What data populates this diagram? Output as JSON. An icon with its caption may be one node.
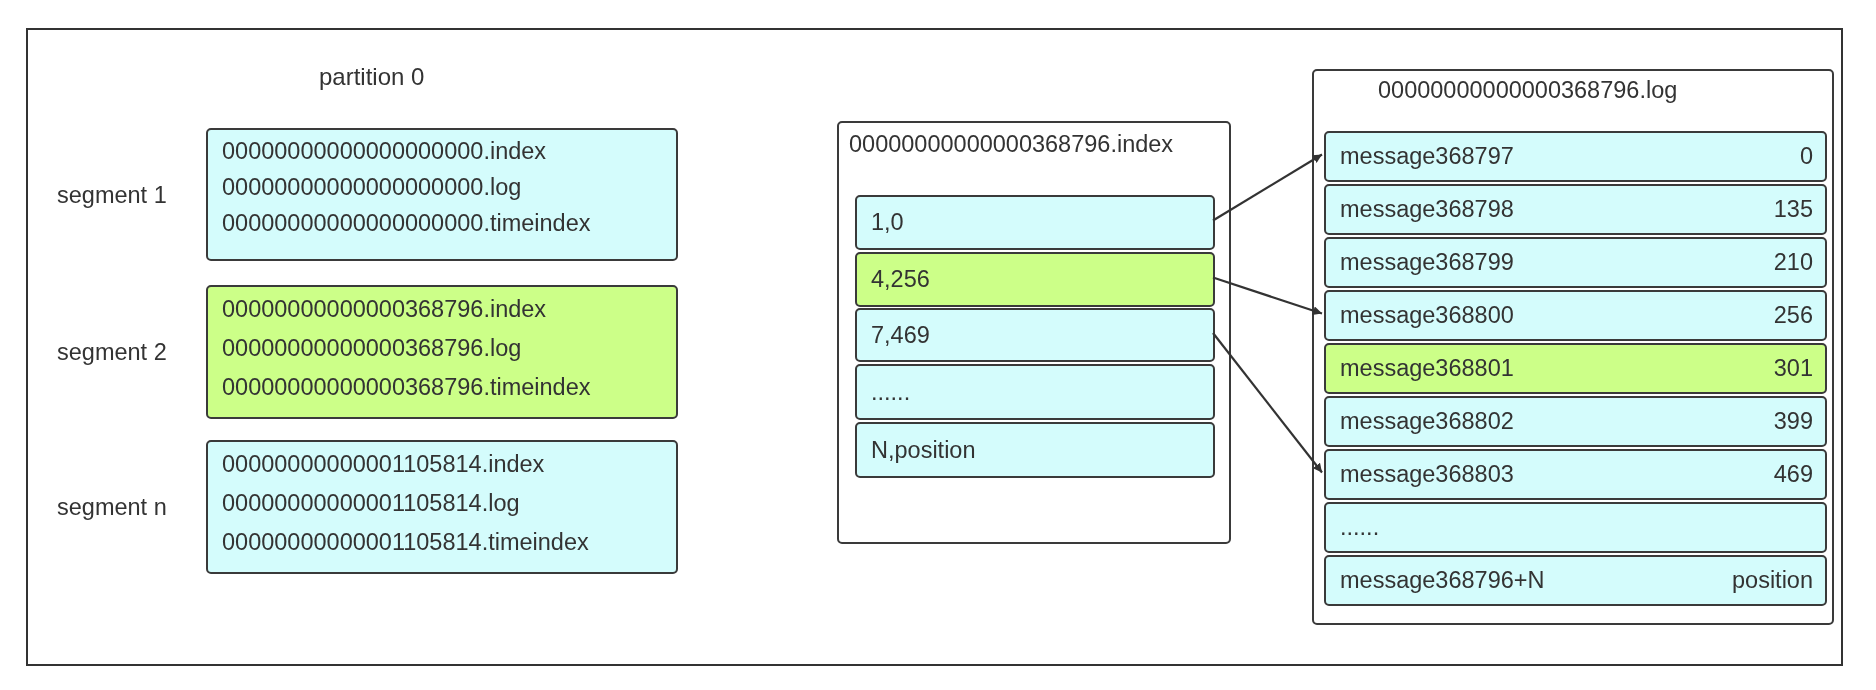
{
  "diagram": {
    "nodes": [
      {
        "text": [
          "00000000000000000000.index",
          "00000000000000000000.log",
          "00000000000000000000.timeindex"
        ],
        "beside": [
          "segment 1"
        ]
      },
      {
        "text": [
          "00000000000000368796.index",
          "00000000000000368796.log",
          "00000000000000368796.timeindex"
        ],
        "beside": [
          "segment 2"
        ]
      },
      {
        "text": [
          "00000000000001105814.index",
          "00000000000001105814.log",
          "00000000000001105814.timeindex"
        ],
        "beside": [
          "segment n"
        ]
      },
      {
        "text": [
          "00000000000000368796.index"
        ]
      },
      {
        "text": [
          "1,0"
        ],
        "in": 3
      },
      {
        "text": [
          "4,256"
        ],
        "in": 3
      },
      {
        "text": [
          "7,469"
        ],
        "in": 3
      },
      {
        "text": [
          "......"
        ],
        "in": 3
      },
      {
        "text": [
          "N,position"
        ],
        "in": 3
      },
      {
        "text": [
          "00000000000000368796.log"
        ]
      },
      {
        "text": [
          "message368797",
          "0"
        ],
        "in": 9
      },
      {
        "text": [
          "message368798",
          "135"
        ],
        "in": 9
      },
      {
        "text": [
          "message368799",
          "210"
        ],
        "in": 9
      },
      {
        "text": [
          "message368800",
          "256"
        ],
        "in": 9
      },
      {
        "text": [
          "message368801",
          "301"
        ],
        "in": 9
      },
      {
        "text": [
          "message368802",
          "399"
        ],
        "in": 9
      },
      {
        "text": [
          "message368803",
          "469"
        ],
        "in": 9
      },
      {
        "text": [
          "......"
        ],
        "in": 9
      },
      {
        "text": [
          "message368796+N",
          "position"
        ],
        "in": 9
      }
    ],
    "edges": [
      {
        "from": 4,
        "to": 10,
        "arrow": "to"
      },
      {
        "from": 5,
        "to": 13,
        "arrow": "to"
      },
      {
        "from": 6,
        "to": 16,
        "arrow": "to"
      }
    ],
    "labels": [
      "partition 0"
    ]
  }
}
